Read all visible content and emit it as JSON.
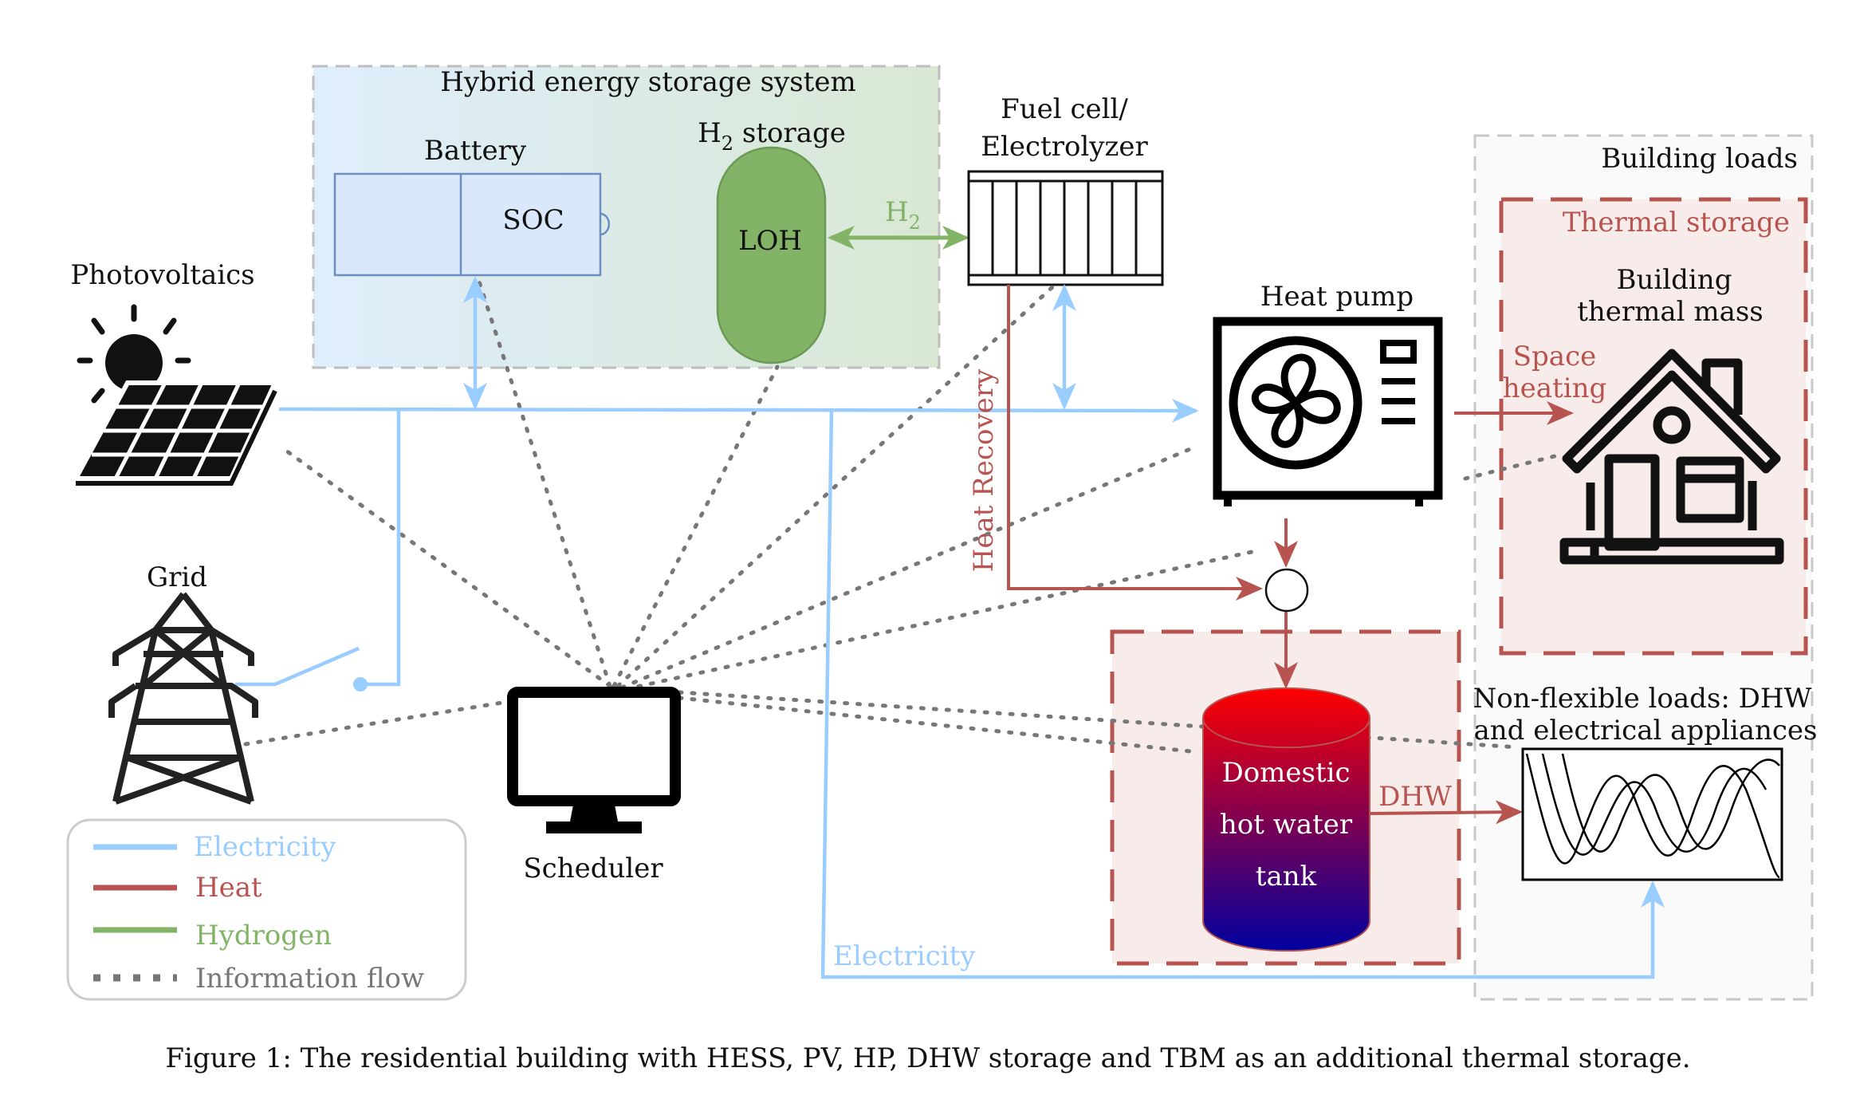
{
  "hess": {
    "title": "Hybrid energy storage system",
    "battery_label": "Battery",
    "soc_label": "SOC",
    "h2_storage_label": "H",
    "h2_storage_sub": "2",
    "h2_storage_suffix": " storage",
    "loh_label": "LOH",
    "h2_flow_label": "H",
    "h2_flow_sub": "2"
  },
  "fuel_cell": {
    "line1": "Fuel cell/",
    "line2": "Electrolyzer"
  },
  "photovoltaics": {
    "label": "Photovoltaics"
  },
  "grid": {
    "label": "Grid"
  },
  "scheduler": {
    "label": "Scheduler"
  },
  "heat_pump": {
    "label": "Heat pump"
  },
  "heat_recovery": {
    "label": "Heat Recovery"
  },
  "building_loads": {
    "title": "Building loads",
    "thermal_storage": "Thermal storage",
    "tbm_line1": "Building",
    "tbm_line2": "thermal mass",
    "space_heating_1": "Space",
    "space_heating_2": "heating"
  },
  "dhw_tank": {
    "line1": "Domestic",
    "line2": "hot water",
    "line3": "tank",
    "flow_label": "DHW"
  },
  "non_flexible": {
    "line1": "Non-flexible loads: DHW",
    "line2": "and electrical appliances"
  },
  "electricity_label": "Electricity",
  "legend": [
    {
      "label": "Electricity",
      "color": "#99ccff",
      "style": "solid"
    },
    {
      "label": "Heat",
      "color": "#b85450",
      "style": "solid"
    },
    {
      "label": "Hydrogen",
      "color": "#82b366",
      "style": "solid"
    },
    {
      "label": "Information flow",
      "color": "#777777",
      "style": "dotted"
    }
  ],
  "caption": "Figure 1: The residential building with HESS, PV, HP, DHW storage and TBM as an additional thermal storage.",
  "colors": {
    "electricity": "#99ccff",
    "heat": "#b85450",
    "hydrogen": "#82b366",
    "information": "#777777",
    "battery_fill": "#dae8fc",
    "battery_stroke": "#6c8ebf"
  }
}
